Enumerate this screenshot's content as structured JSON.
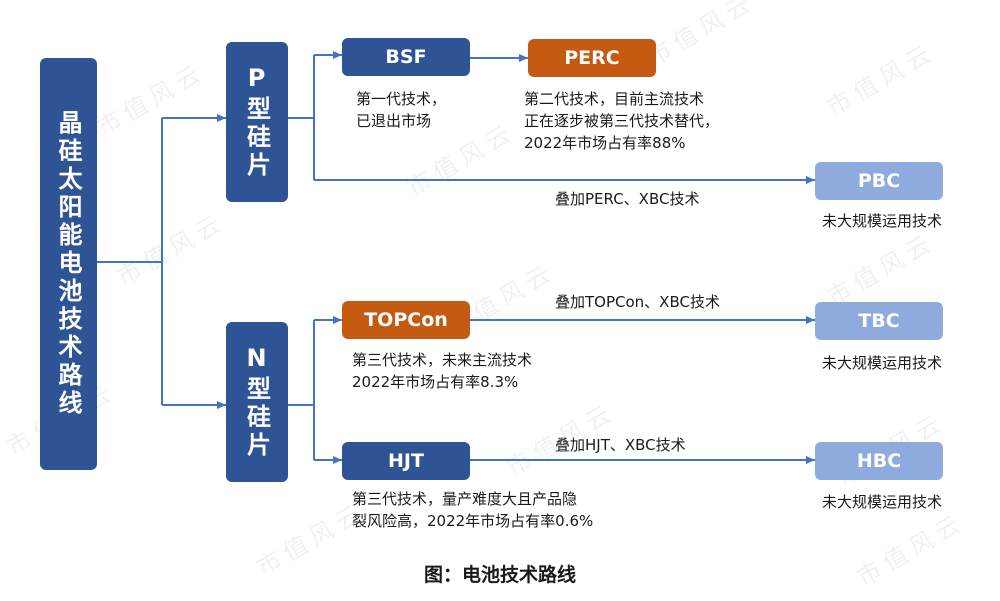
{
  "diagram": {
    "root": "晶硅太阳能电池技术路线",
    "p_type": "P型硅片",
    "n_type": "N型硅片",
    "nodes": {
      "bsf": "BSF",
      "perc": "PERC",
      "pbc": "PBC",
      "topcon": "TOPCon",
      "tbc": "TBC",
      "hjt": "HJT",
      "hbc": "HBC"
    },
    "notes": {
      "bsf": "第一代技术，\n已退出市场",
      "perc": "第二代技术，目前主流技术\n正在逐步被第三代技术替代，\n2022年市场占有率88%",
      "pbc": "未大规模运用技术",
      "topcon": "第三代技术，未来主流技术\n2022年市场占有率8.3%",
      "tbc": "未大规模运用技术",
      "hjt": "第三代技术，量产难度大且产品隐\n裂风险高，2022年市场占有率0.6%",
      "hbc": "未大规模运用技术"
    },
    "edge_labels": {
      "p_to_pbc": "叠加PERC、XBC技术",
      "topcon_to_tbc": "叠加TOPCon、XBC技术",
      "hjt_to_hbc": "叠加HJT、XBC技术"
    },
    "caption": "图：电池技术路线",
    "watermark": "市值风云",
    "colors": {
      "dark_blue": "#2f5496",
      "orange": "#c55a11",
      "light_blue": "#8faadc",
      "arrow": "#4472c4"
    }
  }
}
